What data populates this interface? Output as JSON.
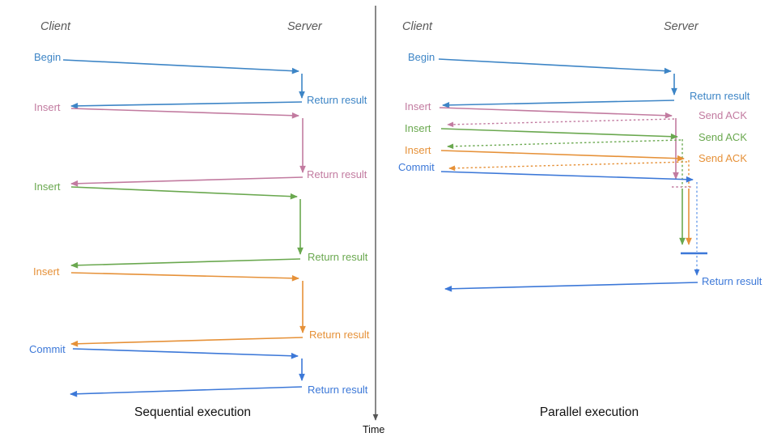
{
  "colors": {
    "blue1": "#3d85c6",
    "pink": "#c27ba0",
    "green": "#6aa84f",
    "orange": "#e69138",
    "blue2": "#3c78d8",
    "lightblue": "#6d9eeb",
    "axis_gray": "#555555"
  },
  "time_axis": {
    "label": "Time"
  },
  "left_panel": {
    "title": "Sequential execution",
    "client_header": "Client",
    "server_header": "Server",
    "steps": [
      {
        "request": "Begin",
        "response": "Return result",
        "color": "blue1"
      },
      {
        "request": "Insert",
        "response": "Return result",
        "color": "pink"
      },
      {
        "request": "Insert",
        "response": "Return result",
        "color": "green"
      },
      {
        "request": "Insert",
        "response": "Return result",
        "color": "orange"
      },
      {
        "request": "Commit",
        "response": "Return result",
        "color": "blue2"
      }
    ]
  },
  "right_panel": {
    "title": "Parallel execution",
    "client_header": "Client",
    "server_header": "Server",
    "steps": [
      {
        "request": "Begin",
        "response": "Return result",
        "color": "blue1"
      },
      {
        "request": "Insert",
        "response": "Send ACK",
        "color": "pink"
      },
      {
        "request": "Insert",
        "response": "Send ACK",
        "color": "green"
      },
      {
        "request": "Insert",
        "response": "Send ACK",
        "color": "orange"
      },
      {
        "request": "Commit",
        "response": "Return result",
        "color": "blue2"
      }
    ]
  }
}
